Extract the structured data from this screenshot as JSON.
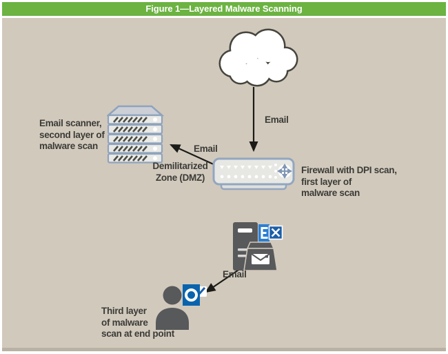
{
  "figure": {
    "title": "Figure 1—Layered Malware Scanning"
  },
  "labels": {
    "email_cloud_to_firewall": "Email",
    "email_firewall_to_scanner": "Email",
    "email_server_to_endpoint": "Email",
    "dmz": "Demilitarized\nZone (DMZ)",
    "email_scanner": "Email scanner,\nsecond layer of\nmalware scan",
    "firewall": "Firewall with DPI scan,\nfirst layer of\nmalware scan",
    "endpoint": "Third layer\nof malware\nscan at end point"
  },
  "icons": {
    "cloud": "internet-cloud-icon",
    "firewall": "firewall-appliance-icon",
    "email_scanner": "server-stack-icon",
    "mail_server": "mail-server-tower-icon",
    "exchange": "microsoft-exchange-logo-icon",
    "outlook": "microsoft-outlook-logo-icon",
    "person": "end-user-person-icon",
    "arrows": "email-flow-arrows"
  },
  "colors": {
    "header_green": "#6cb342",
    "background_tan": "#d1c9bc",
    "bottom_strip": "#b9b1a3",
    "text": "#3b3b37",
    "device_border": "#93a6c0",
    "device_fill": "#e7e8e4",
    "dark_icon": "#58595b",
    "outlook_blue": "#0a64ad",
    "exchange_blue": "#2a7fd4",
    "arrow_black": "#1b1b18",
    "cloud_outline": "#45453e"
  }
}
